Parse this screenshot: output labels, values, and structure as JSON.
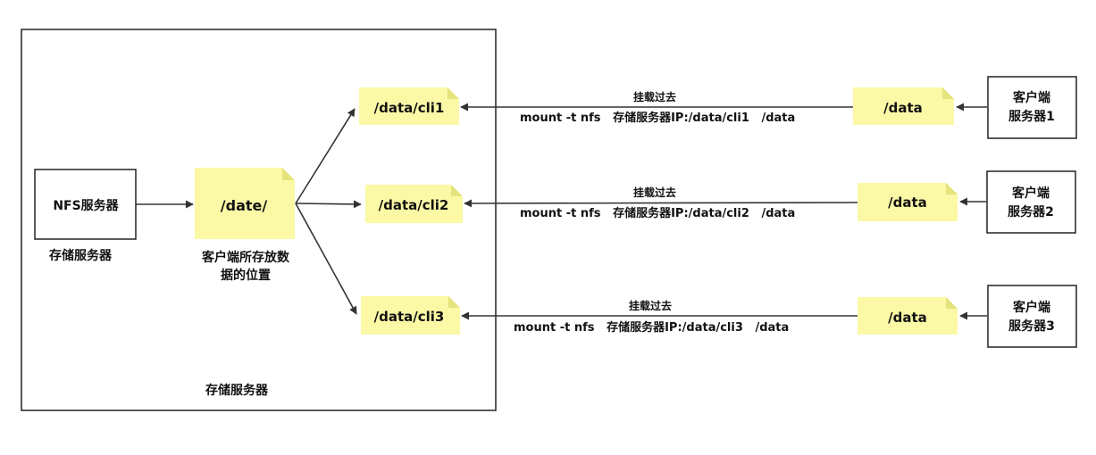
{
  "outer_box": {
    "caption": "存储服务器"
  },
  "nfs_node": {
    "label": "NFS服务器",
    "caption": "存储服务器"
  },
  "date_node": {
    "label": "/date/",
    "caption_line1": "客户端所存放数",
    "caption_line2": "据的位置"
  },
  "cli_dirs": [
    {
      "label": "/data/cli1"
    },
    {
      "label": "/data/cli2"
    },
    {
      "label": "/data/cli3"
    }
  ],
  "mounts": [
    {
      "title": "挂载过去",
      "command": "mount -t nfs   存储服务器IP:/data/cli1   /data"
    },
    {
      "title": "挂载过去",
      "command": "mount -t nfs   存储服务器IP:/data/cli2   /data"
    },
    {
      "title": "挂载过去",
      "command": "mount -t nfs   存储服务器IP:/data/cli3   /data"
    }
  ],
  "client_dirs": [
    {
      "label": "/data"
    },
    {
      "label": "/data"
    },
    {
      "label": "/data"
    }
  ],
  "clients": [
    {
      "line1": "客户端",
      "line2": "服务器1"
    },
    {
      "line1": "客户端",
      "line2": "服务器2"
    },
    {
      "line1": "客户端",
      "line2": "服务器3"
    }
  ],
  "colors": {
    "note_fill": "#fbf8a6",
    "note_fold": "#e6e37c",
    "stroke": "#222222"
  }
}
